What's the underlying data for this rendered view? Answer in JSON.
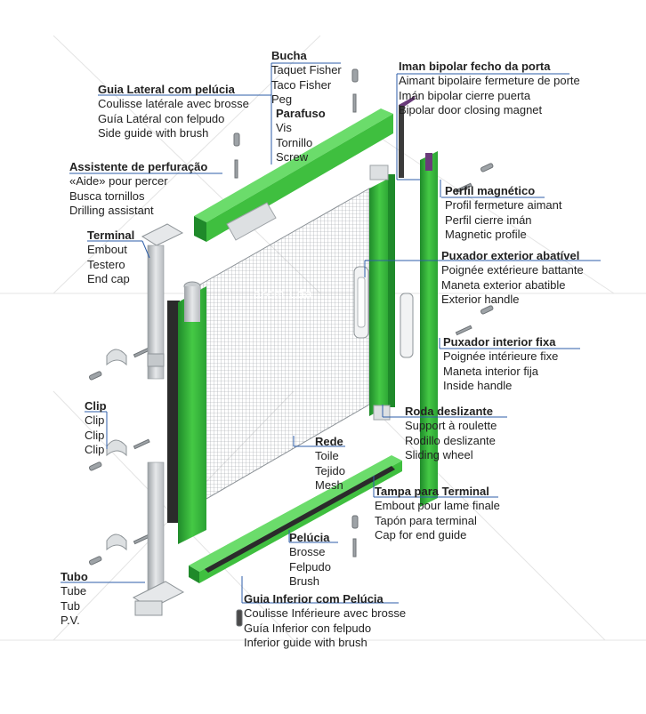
{
  "watermark": "arcm.Lda",
  "colors": {
    "green": "#3fbf3f",
    "green_dark": "#1f8a2a",
    "line": "#2e5ea8",
    "grey": "#cfd3d6"
  },
  "labels": [
    {
      "id": "bucha",
      "title": "Bucha",
      "lines": [
        "Taquet Fisher",
        "Taco Fisher",
        "Peg"
      ]
    },
    {
      "id": "parafuso",
      "title": "Parafuso",
      "lines": [
        "Vis",
        "Tornillo",
        "Screw"
      ]
    },
    {
      "id": "guia-lateral",
      "title": "Guia Lateral com pelúcia",
      "lines": [
        "Coulisse latérale avec brosse",
        "Guía Latéral con felpudo",
        "Side guide with brush"
      ]
    },
    {
      "id": "iman",
      "title": "Iman bipolar fecho da porta",
      "lines": [
        "Aimant bipolaire fermeture de porte",
        "Imán bipolar cierre puerta",
        "Bipolar door closing magnet"
      ]
    },
    {
      "id": "assistente",
      "title": "Assistente de perfuração",
      "lines": [
        "«Aide» pour percer",
        "Busca tornillos",
        "Drilling assistant"
      ]
    },
    {
      "id": "perfil",
      "title": "Perfil magnético",
      "lines": [
        "Profil fermeture aimant",
        "Perfil cierre imán",
        "Magnetic profile"
      ]
    },
    {
      "id": "terminal",
      "title": "Terminal",
      "lines": [
        "Embout",
        "Testero",
        "End cap"
      ]
    },
    {
      "id": "puxador-ext",
      "title": "Puxador exterior abatível",
      "lines": [
        "Poignée extérieure battante",
        "Maneta exterior abatible",
        "Exterior handle"
      ]
    },
    {
      "id": "puxador-int",
      "title": "Puxador interior fixa",
      "lines": [
        "Poignée intérieure fixe",
        "Maneta interior fija",
        "Inside handle"
      ]
    },
    {
      "id": "clip",
      "title": "Clip",
      "lines": [
        "Clip",
        "Clip",
        "Clip"
      ]
    },
    {
      "id": "roda",
      "title": "Roda deslizante",
      "lines": [
        "Support à roulette",
        "Rodillo deslizante",
        "Sliding wheel"
      ]
    },
    {
      "id": "rede",
      "title": "Rede",
      "lines": [
        "Toile",
        "Tejido",
        "Mesh"
      ]
    },
    {
      "id": "tampa",
      "title": "Tampa para Terminal",
      "lines": [
        "Embout pour lame finale",
        "Tapón para terminal",
        "Cap for end guide"
      ]
    },
    {
      "id": "pelucia",
      "title": "Pelúcia",
      "lines": [
        "Brosse",
        "Felpudo",
        "Brush"
      ]
    },
    {
      "id": "tubo",
      "title": "Tubo",
      "lines": [
        "Tube",
        "Tub",
        "P.V."
      ]
    },
    {
      "id": "guia-inferior",
      "title": "Guia Inferior com Pelúcia",
      "lines": [
        "Coulisse Inférieure avec brosse",
        "Guía Inferior con felpudo",
        "Inferior guide with brush"
      ]
    }
  ]
}
